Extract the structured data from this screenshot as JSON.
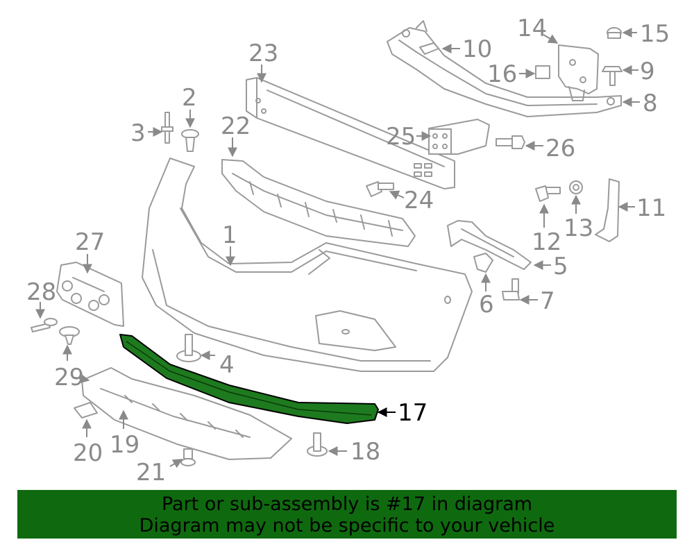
{
  "diagram": {
    "callouts": [
      {
        "id": "1",
        "label": "1"
      },
      {
        "id": "2",
        "label": "2"
      },
      {
        "id": "3",
        "label": "3"
      },
      {
        "id": "4",
        "label": "4"
      },
      {
        "id": "5",
        "label": "5"
      },
      {
        "id": "6",
        "label": "6"
      },
      {
        "id": "7",
        "label": "7"
      },
      {
        "id": "8",
        "label": "8"
      },
      {
        "id": "9",
        "label": "9"
      },
      {
        "id": "10",
        "label": "10"
      },
      {
        "id": "11",
        "label": "11"
      },
      {
        "id": "12",
        "label": "12"
      },
      {
        "id": "13",
        "label": "13"
      },
      {
        "id": "14",
        "label": "14"
      },
      {
        "id": "15",
        "label": "15"
      },
      {
        "id": "16",
        "label": "16"
      },
      {
        "id": "17",
        "label": "17"
      },
      {
        "id": "18",
        "label": "18"
      },
      {
        "id": "19",
        "label": "19"
      },
      {
        "id": "20",
        "label": "20"
      },
      {
        "id": "21",
        "label": "21"
      },
      {
        "id": "22",
        "label": "22"
      },
      {
        "id": "23",
        "label": "23"
      },
      {
        "id": "24",
        "label": "24"
      },
      {
        "id": "25",
        "label": "25"
      },
      {
        "id": "26",
        "label": "26"
      },
      {
        "id": "27",
        "label": "27"
      },
      {
        "id": "28",
        "label": "28"
      },
      {
        "id": "29",
        "label": "29"
      }
    ],
    "highlighted_part": "17",
    "highlight_color": "#1e7a1e",
    "line_color": "#9a9a9a"
  },
  "banner": {
    "line1": "Part or sub-assembly is #17 in diagram",
    "line2": "Diagram may not be specific to your vehicle",
    "background": "#0f6a0f"
  }
}
